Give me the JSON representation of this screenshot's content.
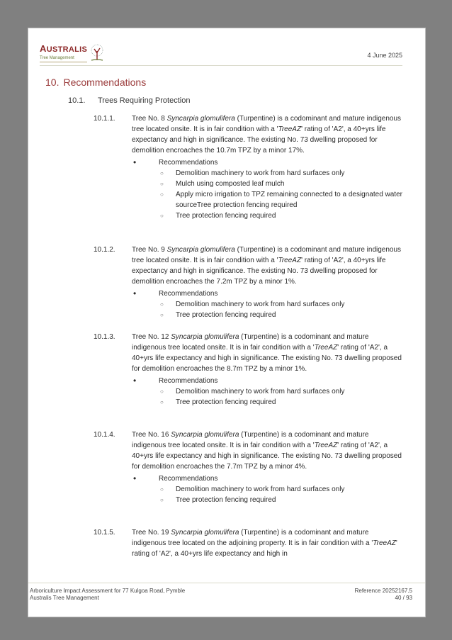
{
  "header": {
    "logo_brand_first": "A",
    "logo_brand_rest": "USTRALIS",
    "logo_sub": "Tree Management",
    "date": "4 June 2025"
  },
  "section": {
    "number": "10.",
    "title": "Recommendations"
  },
  "subsection": {
    "number": "10.1.",
    "title": "Trees Requiring Protection"
  },
  "items": [
    {
      "number": "10.1.1.",
      "tree_no": "Tree No. 8 ",
      "species": "Syncarpia glomulifera",
      "text_a": " (Turpentine) is a codominant and mature indigenous tree located onsite. It is in fair condition with a '",
      "rating_system": "TreeAZ",
      "text_b": "' rating of 'A2', a 40+yrs life expectancy and high in significance. The existing No. 73 dwelling proposed for demolition encroaches the 10.7m TPZ by a minor 17%.",
      "rec_heading": "Recommendations",
      "recs": [
        "Demolition machinery to work from hard surfaces only",
        "Mulch using composted leaf mulch",
        "Apply micro irrigation to TPZ remaining connected to a designated water sourceTree protection fencing required",
        "Tree protection fencing required"
      ]
    },
    {
      "number": "10.1.2.",
      "tree_no": "Tree No. 9 ",
      "species": "Syncarpia glomulifera",
      "text_a": " (Turpentine) is a codominant and mature indigenous tree located onsite. It is in fair condition with a '",
      "rating_system": "TreeAZ",
      "text_b": "' rating of 'A2', a 40+yrs life expectancy and high in significance. The existing No. 73 dwelling proposed for demolition encroaches the 7.2m TPZ by a minor 1%.",
      "rec_heading": "Recommendations",
      "recs": [
        "Demolition machinery to work from hard surfaces only",
        "Tree protection fencing required"
      ]
    },
    {
      "number": "10.1.3.",
      "tree_no": "Tree No. 12 ",
      "species": "Syncarpia glomulifera",
      "text_a": " (Turpentine) is a codominant and mature indigenous tree located onsite. It is in fair condition with a '",
      "rating_system": "TreeAZ",
      "text_b": "' rating of 'A2', a 40+yrs life expectancy and high in significance. The existing No. 73 dwelling proposed for demolition encroaches the 8.7m TPZ by a minor 1%.",
      "rec_heading": "Recommendations",
      "recs": [
        "Demolition machinery to work from hard surfaces only",
        "Tree protection fencing required"
      ]
    },
    {
      "number": "10.1.4.",
      "tree_no": "Tree No. 16 ",
      "species": "Syncarpia glomulifera",
      "text_a": " (Turpentine) is a codominant and mature indigenous tree located onsite. It is in fair condition with a '",
      "rating_system": "TreeAZ",
      "text_b": "' rating of 'A2', a 40+yrs life expectancy and high in significance. The existing No. 73 dwelling proposed for demolition encroaches the 7.7m TPZ by a minor 4%.",
      "rec_heading": "Recommendations",
      "recs": [
        "Demolition machinery to work from hard surfaces only",
        "Tree protection fencing required"
      ]
    },
    {
      "number": "10.1.5.",
      "tree_no": "Tree No. 19 ",
      "species": "Syncarpia glomulifera",
      "text_a": " (Turpentine) is a codominant and mature indigenous tree located on the adjoining property. It is in fair condition with a '",
      "rating_system": "TreeAZ",
      "text_b": "' rating of 'A2', a 40+yrs life expectancy and high in"
    }
  ],
  "footer": {
    "line1": "Arboriculture Impact Assessment for 77 Kulgoa Road, Pymble",
    "line2": "Australis Tree Management",
    "reference": "Reference 20252167.5",
    "page": "40 / 93"
  }
}
